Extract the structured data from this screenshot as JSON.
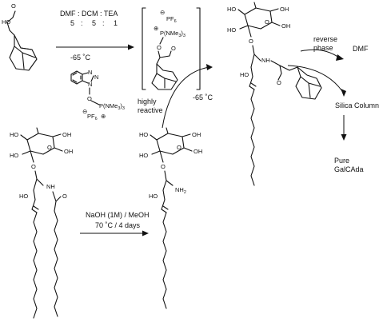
{
  "reagents": {
    "solvent_ratio": "DMF : DCM : TEA",
    "ratio_values": [
      "5",
      ":",
      "5",
      ":",
      "1"
    ],
    "temperature": "-65 ˚C"
  },
  "pybop": {
    "p_group": "P(NMe",
    "p_group_tail": ")",
    "counter_ion": "PF",
    "counter_sub": "6"
  },
  "intermediate": {
    "p_group": "P(NMe",
    "p_group_tail": ")",
    "counter_ion": "PF",
    "counter_sub": "6"
  },
  "labels": {
    "highly_reactive": [
      "highly",
      "reactive"
    ],
    "coupling_temperature": "-65 ˚C",
    "reverse_phase": [
      "reverse",
      "phase"
    ],
    "dmf": "DMF",
    "silica_column": "Silica Column",
    "pure_product": [
      "Pure",
      "GalCAda"
    ]
  },
  "hydrolysis": {
    "reagent": "NaOH (1M) / MeOH",
    "conditions": "70 ˚C / 4 days"
  },
  "atoms": {
    "oxygen": "O",
    "oh": "OH",
    "ho": "HO",
    "nh": "NH",
    "nh2_main": "NH",
    "nh2_sub": "2",
    "n": "N",
    "number_3": "3",
    "number_6": "6",
    "minus": "⊖",
    "plus": "⊕"
  }
}
